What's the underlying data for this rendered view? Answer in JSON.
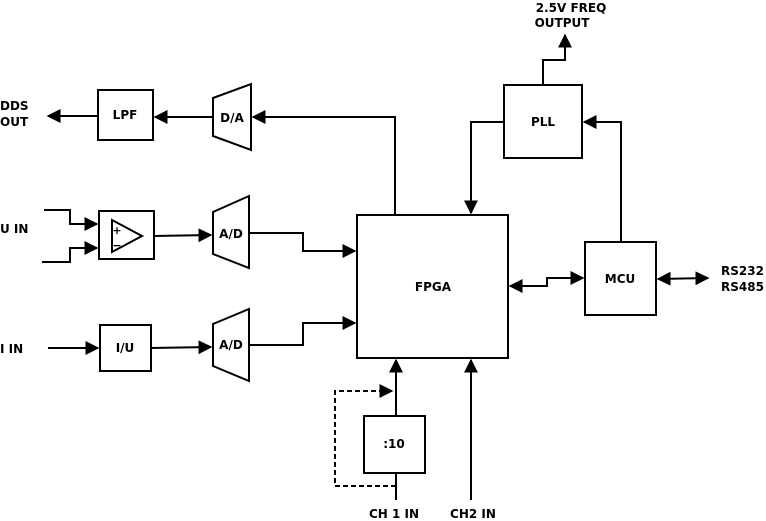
{
  "blocks": {
    "fpga": "FPGA",
    "pll": "PLL",
    "mcu": "MCU",
    "lpf": "LPF",
    "iu": "I/U",
    "divider": ":10",
    "da": "D/A",
    "ad": "A/D",
    "amp_plus": "+",
    "amp_minus": "−"
  },
  "labels": {
    "dds": "DDS",
    "out": "OUT",
    "u_in": "U IN",
    "i_in": "I IN",
    "freq_line1": "2.5V FREQ",
    "freq_line2": "OUTPUT",
    "rs232": "RS232",
    "rs485": "RS485",
    "ch1_in": "CH 1 IN",
    "ch2_in": "CH2 IN"
  }
}
